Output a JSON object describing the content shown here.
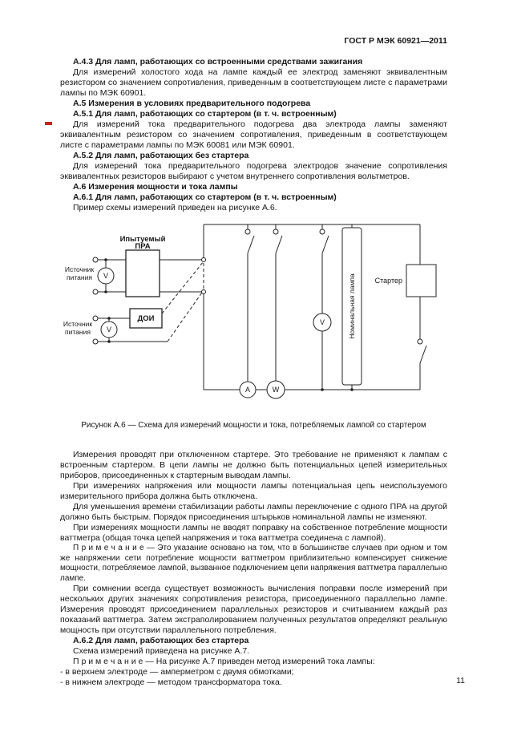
{
  "page": {
    "header": "ГОСТ Р МЭК 60921—2011",
    "page_number": "11"
  },
  "content": {
    "paragraphs": [
      "А.4.3 Для ламп, работающих со встроенными средствами зажигания",
      "Для измерений холостого хода на лампе каждый ее электрод заменяют эквивалентным резистором со значением сопротивления, приведенным в соответствующем листе с параметрами лампы по МЭК 60901.",
      "А.5 Измерения в условиях предварительного подогрева",
      "А.5.1 Для ламп, работающих со стартером (в т. ч. встроенным)",
      "Для измерений тока предварительного подогрева два электрода лампы заменяют эквивалентным резистором со значением сопротивления, приведенным в соответствующем листе с параметрами лампы по МЭК 60081 или МЭК 60901.",
      "А.5.2 Для ламп, работающих без стартера",
      "Для измерений тока предварительного подогрева электродов значение сопротивления эквивалентных резисторов выбирают с учетом внутреннего сопротивления вольтметров.",
      "А.6 Измерения мощности и тока лампы",
      "А.6.1 Для ламп, работающих со стартером (в т. ч. встроенным)",
      "Пример схемы измерений приведен на рисунке А.6.",
      "Измерения проводят при отключенном стартере. Это требование не применяют к лампам с встроенным стартером. В цепи лампы не должно быть потенциальных цепей измерительных приборов, присоединенных к стартерным выводам лампы.",
      "При измерениях напряжения или мощности лампы потенциальная цепь неиспользуемого измерительного прибора должна быть отключена.",
      "Для уменьшения времени стабилизации работы лампы переключение с одного ПРА на другой должно быть быстрым. Порядок присоединения штырьков номинальной лампы не изменяют.",
      "При измерениях мощности лампы не вводят поправку на собственное потребление мощности ваттметра (общая точка цепей напряжения и тока ваттметра соединена с лампой).",
      "П р и м е ч а н и е — Это указание основано на том, что в большинстве случаев при одном и том же напряжении сети потребление мощности ваттметром приблизительно компенсирует снижение мощности, потребляемое лампой, вызванное подключением цепи напряжения ваттметра параллельно лампе.",
      "При сомнении всегда существует возможность вычисления поправки после измерений при нескольких других значениях сопротивления резистора, присоединенного параллельно лампе. Измерения проводят присоединением параллельных резисторов и считыванием каждый раз показаний ваттметра. Затем экстраполированием полученных результатов определяют реальную мощность при отсутствии параллельного потребления.",
      "А.6.2 Для ламп, работающих без стартера",
      "Схема измерений приведена на рисунке А.7.",
      "П р и м е ч а н и е — На рисунке А.7 приведен метод измерений тока лампы:",
      "- в верхнем электроде — амперметром с двумя обмотками;",
      "- в нижнем электроде — методом трансформатора тока."
    ]
  },
  "figure": {
    "caption": "Рисунок А.6 — Схема для измерений мощности и тока, потребляемых лампой со стартером",
    "labels": {
      "tested_ballast_line1": "Ипытуемый",
      "tested_ballast_line2": "ПРА",
      "source_line1": "Источник",
      "source_line2": "питания",
      "doi": "ДОИ",
      "lamp": "Номинальная лампа",
      "starter": "Стартер",
      "voltmeter": "V",
      "ammeter": "A",
      "wattmeter": "W"
    }
  }
}
